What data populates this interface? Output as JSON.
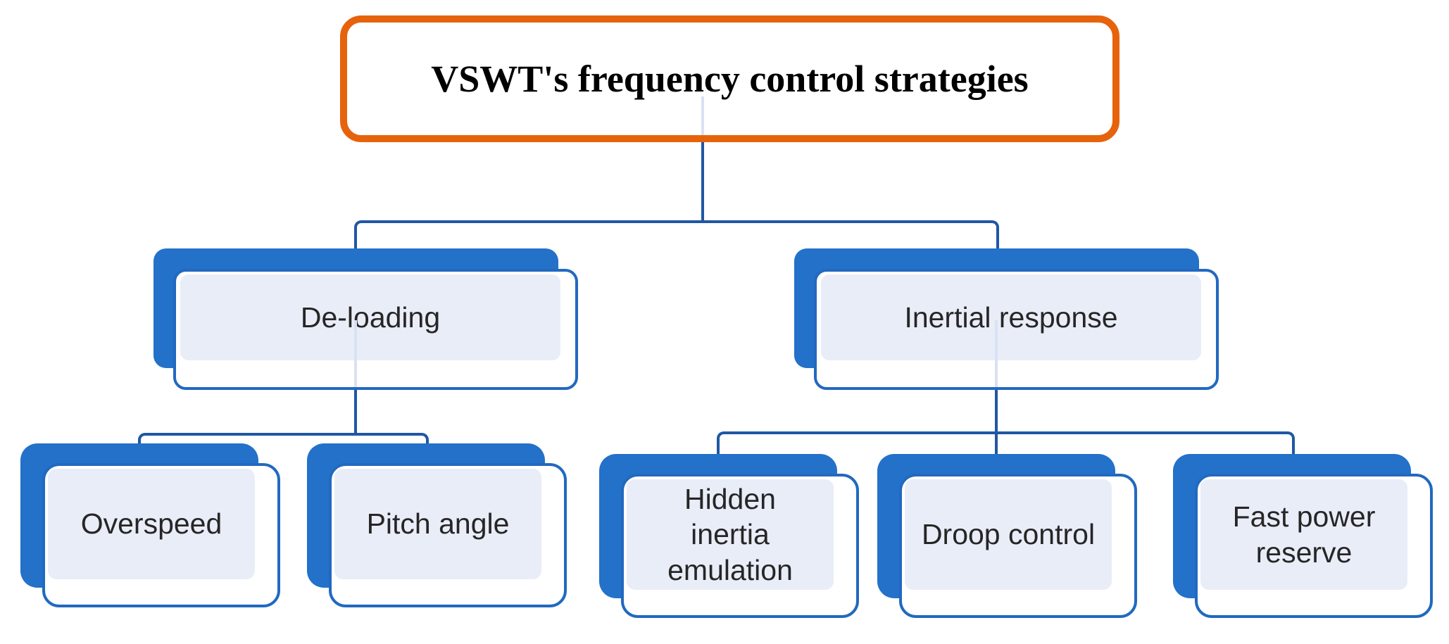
{
  "diagram": {
    "type": "hierarchy",
    "background": "#FFFFFF",
    "title_node": {
      "label": "VSWT's frequency control strategies"
    },
    "level2": [
      {
        "id": "deloading",
        "label": "De-loading",
        "children": [
          "overspeed",
          "pitch_angle"
        ]
      },
      {
        "id": "inertial",
        "label": "Inertial response",
        "children": [
          "hidden_inertia",
          "droop_control",
          "fast_power"
        ]
      }
    ],
    "level3": {
      "overspeed": {
        "label": "Overspeed"
      },
      "pitch_angle": {
        "label": "Pitch angle"
      },
      "hidden_inertia": {
        "label": "Hidden\ninertia\nemulation"
      },
      "droop_control": {
        "label": "Droop control"
      },
      "fast_power": {
        "label": "Fast power\nreserve"
      }
    }
  },
  "colors": {
    "background": "#FFFFFF",
    "accent_orange": "#E6630C",
    "box_blue": "#2371C9",
    "box_border_blue": "#2269C0",
    "panel_fill": "#E9EDF8",
    "connector_blue": "#2057A5",
    "connector_faint": "#D9E2F2",
    "label_color": "#262626",
    "title_color": "#000000"
  }
}
